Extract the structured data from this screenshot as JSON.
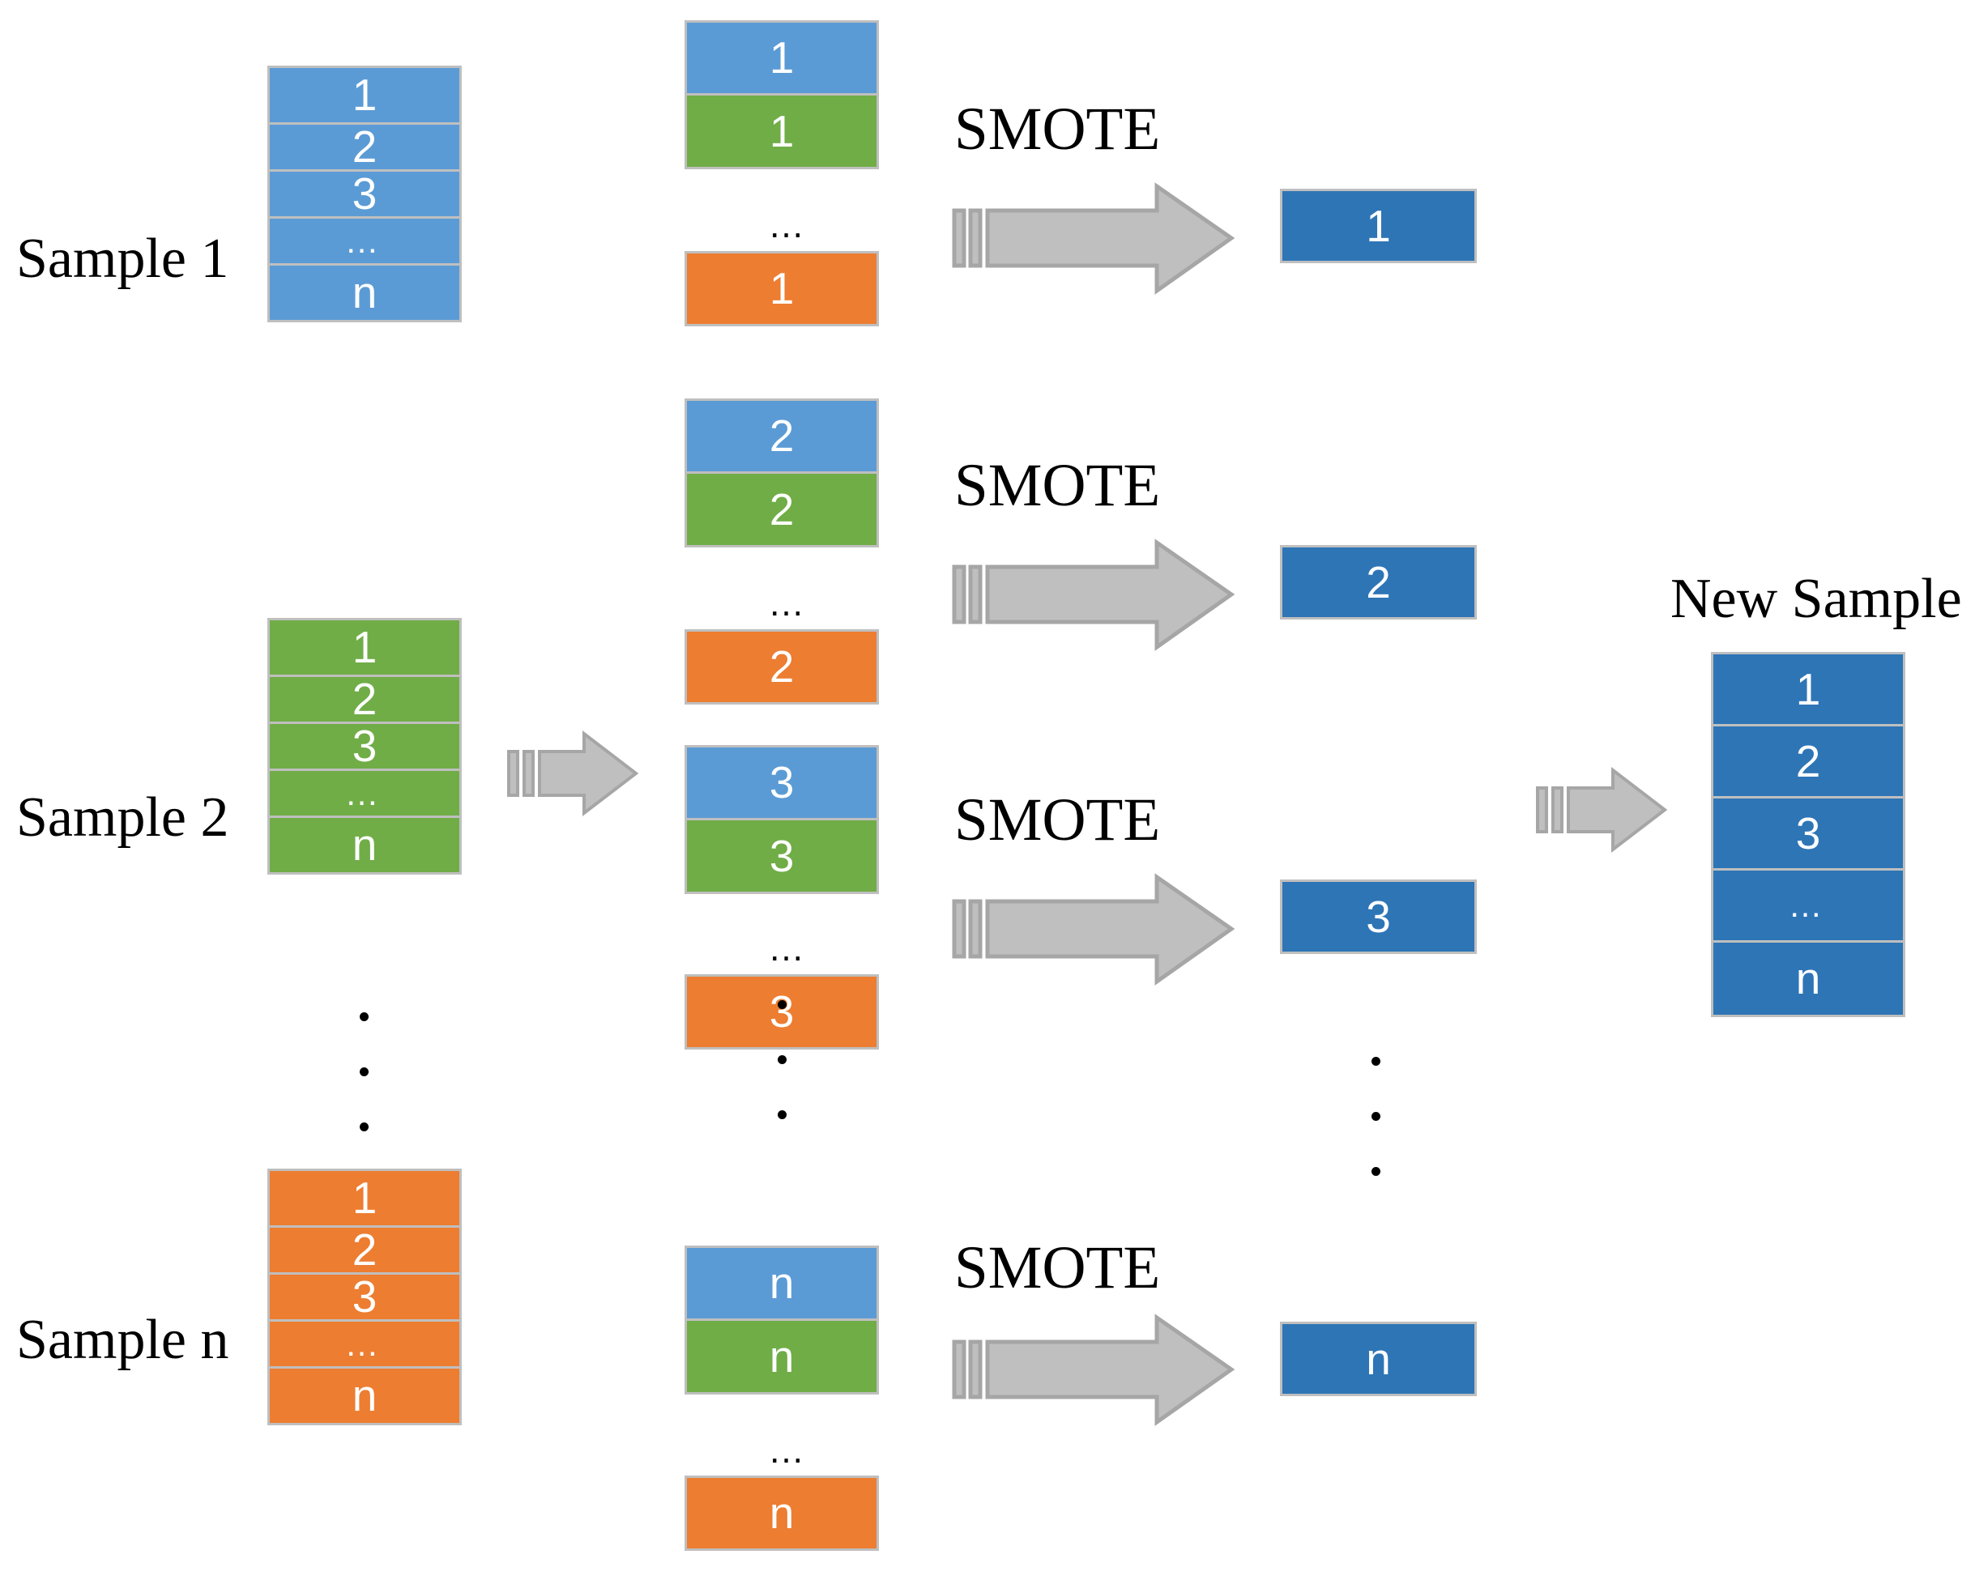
{
  "diagram": {
    "title": "SMOTE oversampling per-index across samples",
    "colors": {
      "blue": "#5B9BD5",
      "green": "#70AD47",
      "orange": "#ED7D31",
      "dark_blue": "#2E75B6",
      "border": "#BFBFBF",
      "arrow_fill": "#BFBFBF",
      "arrow_stroke": "#A6A6A6",
      "text_on_fill": "#FFFFFF",
      "label_text": "#000000"
    },
    "ellipsis_glyph": "…"
  },
  "input_samples": [
    {
      "label": "Sample 1",
      "color_key": "blue",
      "cells": [
        "1",
        "2",
        "3",
        "…",
        "n"
      ]
    },
    {
      "label": "Sample 2",
      "color_key": "green",
      "cells": [
        "1",
        "2",
        "3",
        "…",
        "n"
      ]
    },
    {
      "label": "Sample n",
      "color_key": "orange",
      "cells": [
        "1",
        "2",
        "3",
        "…",
        "n"
      ]
    }
  ],
  "input_column_vertical_ellipsis": "3 dots between Sample 2 and Sample n",
  "grouped_columns": [
    {
      "index": "1",
      "top_cells": [
        {
          "color_key": "blue",
          "value": "1"
        },
        {
          "color_key": "green",
          "value": "1"
        }
      ],
      "gap_ellipsis": "…",
      "bottom_cell": {
        "color_key": "orange",
        "value": "1"
      },
      "operation_label": "SMOTE",
      "result": {
        "color_key": "dark_blue",
        "value": "1"
      }
    },
    {
      "index": "2",
      "top_cells": [
        {
          "color_key": "blue",
          "value": "2"
        },
        {
          "color_key": "green",
          "value": "2"
        }
      ],
      "gap_ellipsis": "…",
      "bottom_cell": {
        "color_key": "orange",
        "value": "2"
      },
      "operation_label": "SMOTE",
      "result": {
        "color_key": "dark_blue",
        "value": "2"
      }
    },
    {
      "index": "3",
      "top_cells": [
        {
          "color_key": "blue",
          "value": "3"
        },
        {
          "color_key": "green",
          "value": "3"
        }
      ],
      "gap_ellipsis": "…",
      "bottom_cell": {
        "color_key": "orange",
        "value": "3"
      },
      "operation_label": "SMOTE",
      "result": {
        "color_key": "dark_blue",
        "value": "3"
      }
    },
    {
      "index": "n",
      "top_cells": [
        {
          "color_key": "blue",
          "value": "n"
        },
        {
          "color_key": "green",
          "value": "n"
        }
      ],
      "gap_ellipsis": "…",
      "bottom_cell": {
        "color_key": "orange",
        "value": "n"
      },
      "operation_label": "SMOTE",
      "result": {
        "color_key": "dark_blue",
        "value": "n"
      }
    }
  ],
  "middle_column_vertical_ellipsis": "3 dots between group 3 and group n",
  "result_column_vertical_ellipsis": "3 dots between result 3 and result n",
  "output": {
    "label": "New Sample",
    "color_key": "dark_blue",
    "cells": [
      "1",
      "2",
      "3",
      "…",
      "n"
    ]
  },
  "arrows": {
    "split_arrow": "striped-right-arrow",
    "smote_arrow": "striped-right-arrow",
    "merge_arrow": "striped-right-arrow"
  }
}
